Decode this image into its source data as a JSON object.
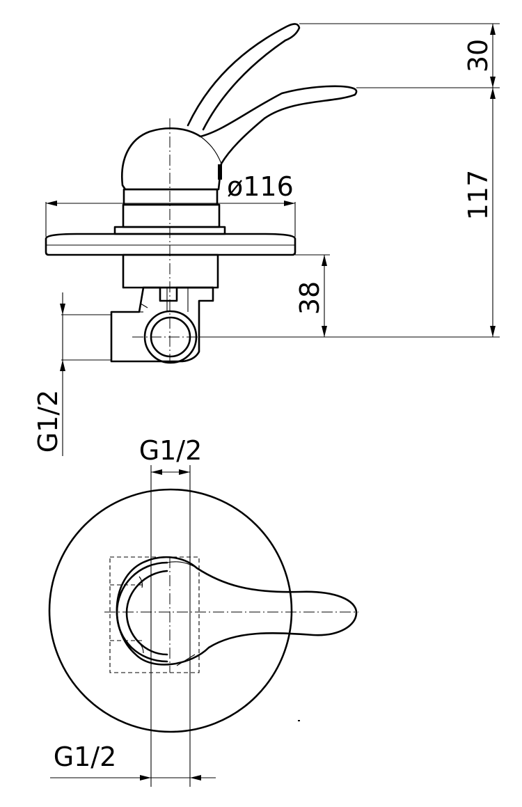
{
  "dimensions": {
    "top_height": "30",
    "total_height": "117",
    "plate_diameter": "ø116",
    "wall_depth": "38",
    "side_inlet": "G1/2",
    "front_top_inlet": "G1/2",
    "front_bottom_inlet": "G1/2"
  }
}
